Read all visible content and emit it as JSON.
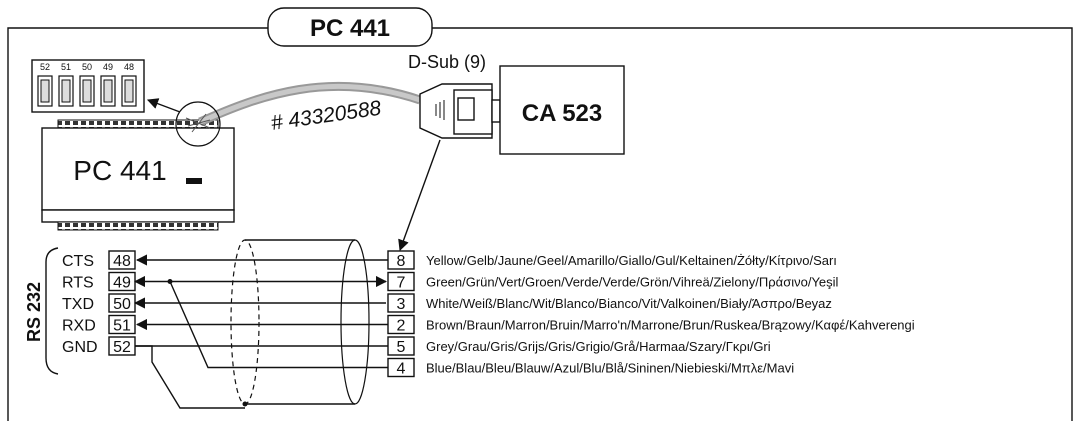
{
  "title": "PC 441",
  "connector": {
    "label": "D-Sub (9)"
  },
  "module": {
    "label": "CA 523"
  },
  "controller": {
    "label": "PC 441"
  },
  "cable": {
    "part_number": "# 43320588"
  },
  "terminal_strip": {
    "numbers": [
      "52",
      "51",
      "50",
      "49",
      "48"
    ]
  },
  "interface": {
    "label": "RS 232"
  },
  "rows": [
    {
      "signal": "CTS",
      "terminal": "48",
      "pin": "8",
      "colors": "Yellow/Gelb/Jaune/Geel/Amarillo/Giallo/Gul/Keltainen/Żółty/Κίτρινο/Sarı"
    },
    {
      "signal": "RTS",
      "terminal": "49",
      "pin": "7",
      "colors": "Green/Grün/Vert/Groen/Verde/Verde/Grön/Vihreä/Zielony/Πράσινο/Yeşil"
    },
    {
      "signal": "TXD",
      "terminal": "50",
      "pin": "3",
      "colors": "White/Weiß/Blanc/Wit/Blanco/Bianco/Vit/Valkoinen/Biały/Άσπρο/Beyaz"
    },
    {
      "signal": "RXD",
      "terminal": "51",
      "pin": "2",
      "colors": "Brown/Braun/Marron/Bruin/Marro'n/Marrone/Brun/Ruskea/Brązowy/Καφέ/Kahverengi"
    },
    {
      "signal": "GND",
      "terminal": "52",
      "pin": "5",
      "colors": "Grey/Grau/Gris/Grijs/Gris/Grigio/Grå/Harmaa/Szary/Γκρι/Gri"
    },
    {
      "signal": "",
      "terminal": "",
      "pin": "4",
      "colors": "Blue/Blau/Bleu/Blauw/Azul/Blu/Blå/Sininen/Niebieski/Μπλε/Mavi"
    }
  ]
}
